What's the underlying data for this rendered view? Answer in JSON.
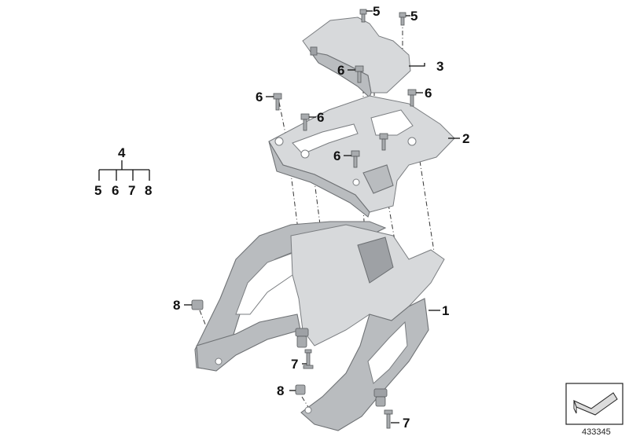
{
  "callouts": {
    "c1": "1",
    "c2": "2",
    "c3": "3",
    "c5a": "5",
    "c5b": "5",
    "c6a": "6",
    "c6b": "6",
    "c6c": "6",
    "c6d": "6",
    "c6e": "6",
    "c7a": "7",
    "c7b": "7",
    "c8a": "8",
    "c8b": "8"
  },
  "kit_legend": {
    "parent": "4",
    "children": [
      "5",
      "6",
      "7",
      "8"
    ]
  },
  "diagram_number": "433345",
  "colors": {
    "part_fill": "#b9bcbf",
    "part_light": "#d7d9db",
    "line": "#111111"
  }
}
